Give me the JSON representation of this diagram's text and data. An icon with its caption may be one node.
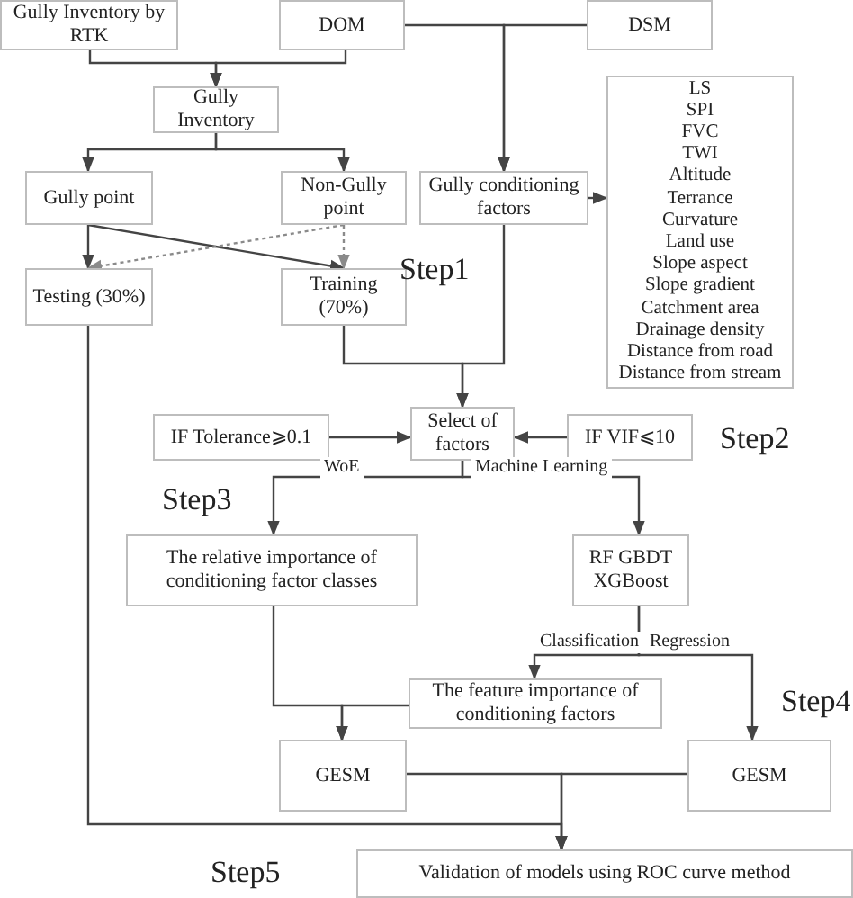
{
  "diagram": {
    "nodes": [
      {
        "text": [
          "Gully Inventory by RTK"
        ]
      },
      {
        "text": [
          "DOM"
        ]
      },
      {
        "text": [
          "DSM"
        ]
      },
      {
        "text": [
          "Gully Inventory"
        ]
      },
      {
        "text": [
          "Gully point"
        ]
      },
      {
        "text": [
          "Non-Gully point"
        ]
      },
      {
        "text": [
          "Testing (30%)"
        ]
      },
      {
        "text": [
          "Training (70%)"
        ]
      },
      {
        "text": [
          "Gully conditioning factors"
        ]
      },
      {
        "text": [
          "LS",
          "SPI",
          "FVC",
          "TWI",
          "Altitude",
          "Terrance",
          "Curvature",
          "Land use",
          "Slope aspect",
          "Slope gradient",
          "Catchment area",
          "Drainage density",
          "Distance from road",
          "Distance from stream"
        ]
      },
      {
        "text": [
          "Select of factors"
        ]
      },
      {
        "text": [
          "IF Tolerance⩾0.1"
        ]
      },
      {
        "text": [
          "IF VIF⩽10"
        ]
      },
      {
        "text": [
          "The relative importance of conditioning factor classes"
        ]
      },
      {
        "text": [
          "RF GBDT XGBoost"
        ]
      },
      {
        "text": [
          "The feature importance of conditioning factors"
        ]
      },
      {
        "text": [
          "GESM"
        ]
      },
      {
        "text": [
          "GESM"
        ]
      },
      {
        "text": [
          "Validation of models using ROC curve method"
        ]
      }
    ],
    "edges": [
      {
        "from": 0,
        "to": 3,
        "arrow": "to"
      },
      {
        "from": 1,
        "to": 3,
        "arrow": "to"
      },
      {
        "from": 1,
        "to": 8,
        "arrow": "to"
      },
      {
        "from": 2,
        "to": 8,
        "arrow": "to"
      },
      {
        "from": 3,
        "to": 4,
        "arrow": "to"
      },
      {
        "from": 3,
        "to": 5,
        "arrow": "to"
      },
      {
        "from": 4,
        "to": 6,
        "arrow": "to"
      },
      {
        "from": 4,
        "to": 7,
        "arrow": "to"
      },
      {
        "from": 5,
        "to": 6,
        "arrow": "to",
        "style": "dashed",
        "color": "#8a8a8a"
      },
      {
        "from": 5,
        "to": 7,
        "arrow": "to",
        "style": "dashed",
        "color": "#8a8a8a"
      },
      {
        "from": 8,
        "to": 9,
        "arrow": "to"
      },
      {
        "from": 7,
        "to": 10,
        "arrow": "to"
      },
      {
        "from": 8,
        "to": 10,
        "arrow": "to"
      },
      {
        "from": 11,
        "to": 10,
        "arrow": "to"
      },
      {
        "from": 12,
        "to": 10,
        "arrow": "to"
      },
      {
        "from": 10,
        "to": 13,
        "arrow": "to",
        "label": "WoE"
      },
      {
        "from": 10,
        "to": 14,
        "arrow": "to",
        "label": "Machine Learning"
      },
      {
        "from": 14,
        "to": 15,
        "arrow": "to",
        "label": "Classification"
      },
      {
        "from": 14,
        "to": 17,
        "arrow": "to",
        "label": "Regression"
      },
      {
        "from": 13,
        "to": 16,
        "arrow": "to"
      },
      {
        "from": 15,
        "to": 16,
        "arrow": "to"
      },
      {
        "from": 16,
        "to": 18,
        "arrow": "to"
      },
      {
        "from": 17,
        "to": 18,
        "arrow": "to"
      },
      {
        "from": 6,
        "to": 18,
        "arrow": "to"
      }
    ],
    "labels": [
      "Step1",
      "Step2",
      "Step3",
      "Step4",
      "Step5"
    ]
  }
}
